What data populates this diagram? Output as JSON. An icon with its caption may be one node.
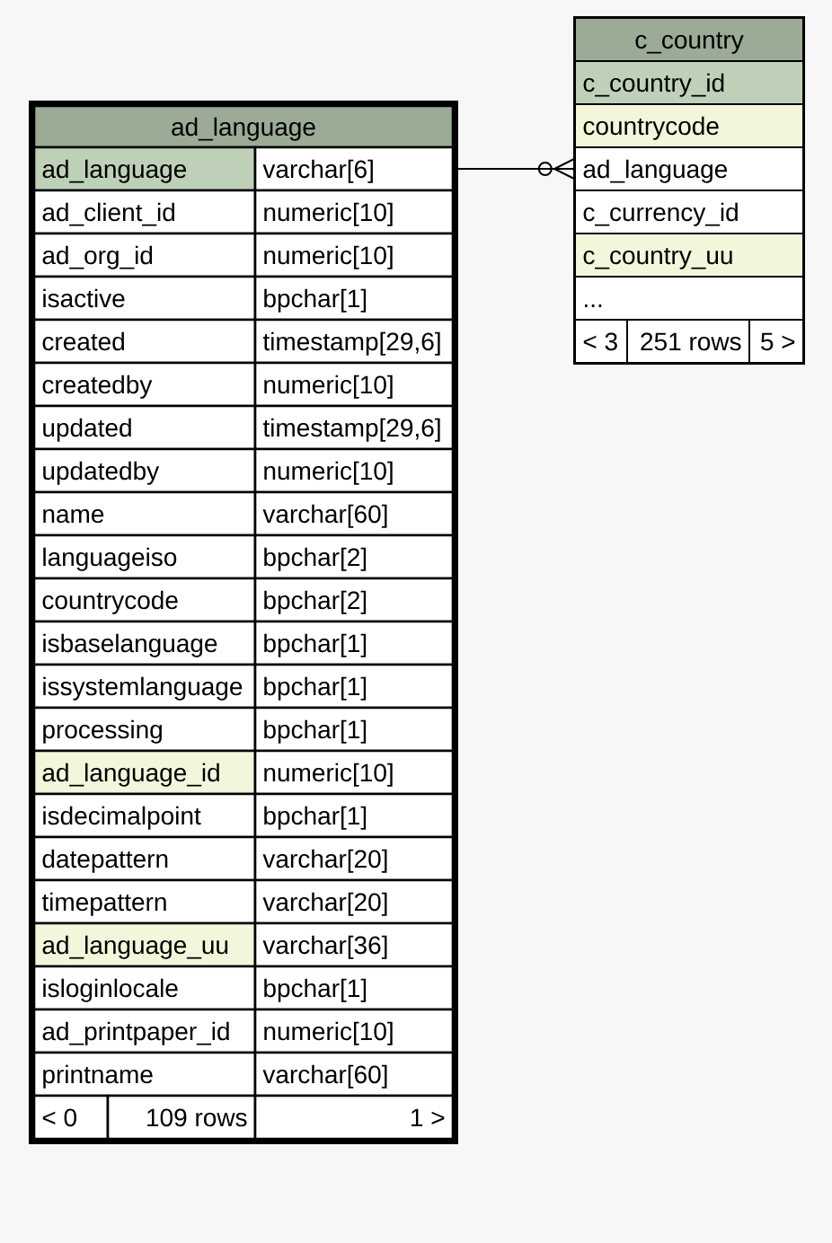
{
  "diagram": {
    "nodes": [
      {
        "text": [
          "ad_language"
        ]
      },
      {
        "text": [
          "ad_language",
          "varchar[6]"
        ],
        "in": 0
      },
      {
        "text": [
          "ad_client_id",
          "numeric[10]"
        ],
        "in": 0
      },
      {
        "text": [
          "ad_org_id",
          "numeric[10]"
        ],
        "in": 0
      },
      {
        "text": [
          "isactive",
          "bpchar[1]"
        ],
        "in": 0
      },
      {
        "text": [
          "created",
          "timestamp[29,6]"
        ],
        "in": 0
      },
      {
        "text": [
          "createdby",
          "numeric[10]"
        ],
        "in": 0
      },
      {
        "text": [
          "updated",
          "timestamp[29,6]"
        ],
        "in": 0
      },
      {
        "text": [
          "updatedby",
          "numeric[10]"
        ],
        "in": 0
      },
      {
        "text": [
          "name",
          "varchar[60]"
        ],
        "in": 0
      },
      {
        "text": [
          "languageiso",
          "bpchar[2]"
        ],
        "in": 0
      },
      {
        "text": [
          "countrycode",
          "bpchar[2]"
        ],
        "in": 0
      },
      {
        "text": [
          "isbaselanguage",
          "bpchar[1]"
        ],
        "in": 0
      },
      {
        "text": [
          "issystemlanguage",
          "bpchar[1]"
        ],
        "in": 0
      },
      {
        "text": [
          "processing",
          "bpchar[1]"
        ],
        "in": 0
      },
      {
        "text": [
          "ad_language_id",
          "numeric[10]"
        ],
        "in": 0
      },
      {
        "text": [
          "isdecimalpoint",
          "bpchar[1]"
        ],
        "in": 0
      },
      {
        "text": [
          "datepattern",
          "varchar[20]"
        ],
        "in": 0
      },
      {
        "text": [
          "timepattern",
          "varchar[20]"
        ],
        "in": 0
      },
      {
        "text": [
          "ad_language_uu",
          "varchar[36]"
        ],
        "in": 0
      },
      {
        "text": [
          "isloginlocale",
          "bpchar[1]"
        ],
        "in": 0
      },
      {
        "text": [
          "ad_printpaper_id",
          "numeric[10]"
        ],
        "in": 0
      },
      {
        "text": [
          "printname",
          "varchar[60]"
        ],
        "in": 0
      },
      {
        "text": [
          "< 0",
          "109 rows",
          "1 >"
        ],
        "in": 0
      },
      {
        "text": [
          "c_country"
        ]
      },
      {
        "text": [
          "c_country_id"
        ],
        "in": 24
      },
      {
        "text": [
          "countrycode"
        ],
        "in": 24
      },
      {
        "text": [
          "ad_language"
        ],
        "in": 24
      },
      {
        "text": [
          "c_currency_id"
        ],
        "in": 24
      },
      {
        "text": [
          "c_country_uu"
        ],
        "in": 24
      },
      {
        "text": [
          "..."
        ],
        "in": 24
      },
      {
        "text": [
          "< 3",
          "251 rows",
          "5 >"
        ],
        "in": 24
      }
    ],
    "edges": [
      {
        "from": 1,
        "to": 27,
        "arrow": "other"
      }
    ]
  }
}
